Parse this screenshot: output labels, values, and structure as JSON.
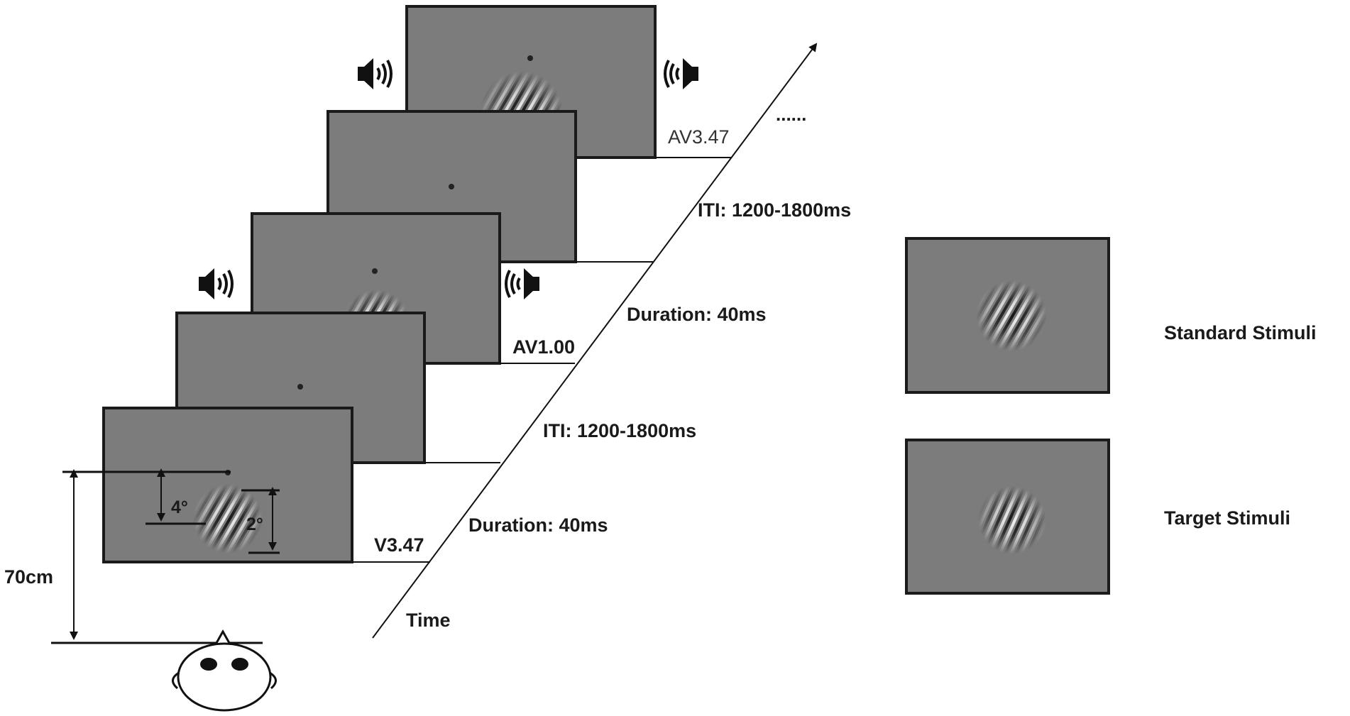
{
  "labels": {
    "frame_av347": "AV3.47",
    "frame_av100": "AV1.00",
    "frame_v347": "V3.47",
    "ellipsis": "......",
    "iti_top": "ITI: 1200-1800ms",
    "iti_bottom": "ITI: 1200-1800ms",
    "duration_top": "Duration: 40ms",
    "duration_bottom": "Duration: 40ms",
    "time_axis": "Time",
    "distance": "70cm",
    "angle_outer": "4°",
    "angle_inner": "2°",
    "standard": "Standard Stimuli",
    "target": "Target Stimuli"
  },
  "colors": {
    "screen_gray": "#7c7c7c",
    "ink": "#111111"
  },
  "stimuli": {
    "gabor_orientation_deg": 30
  }
}
